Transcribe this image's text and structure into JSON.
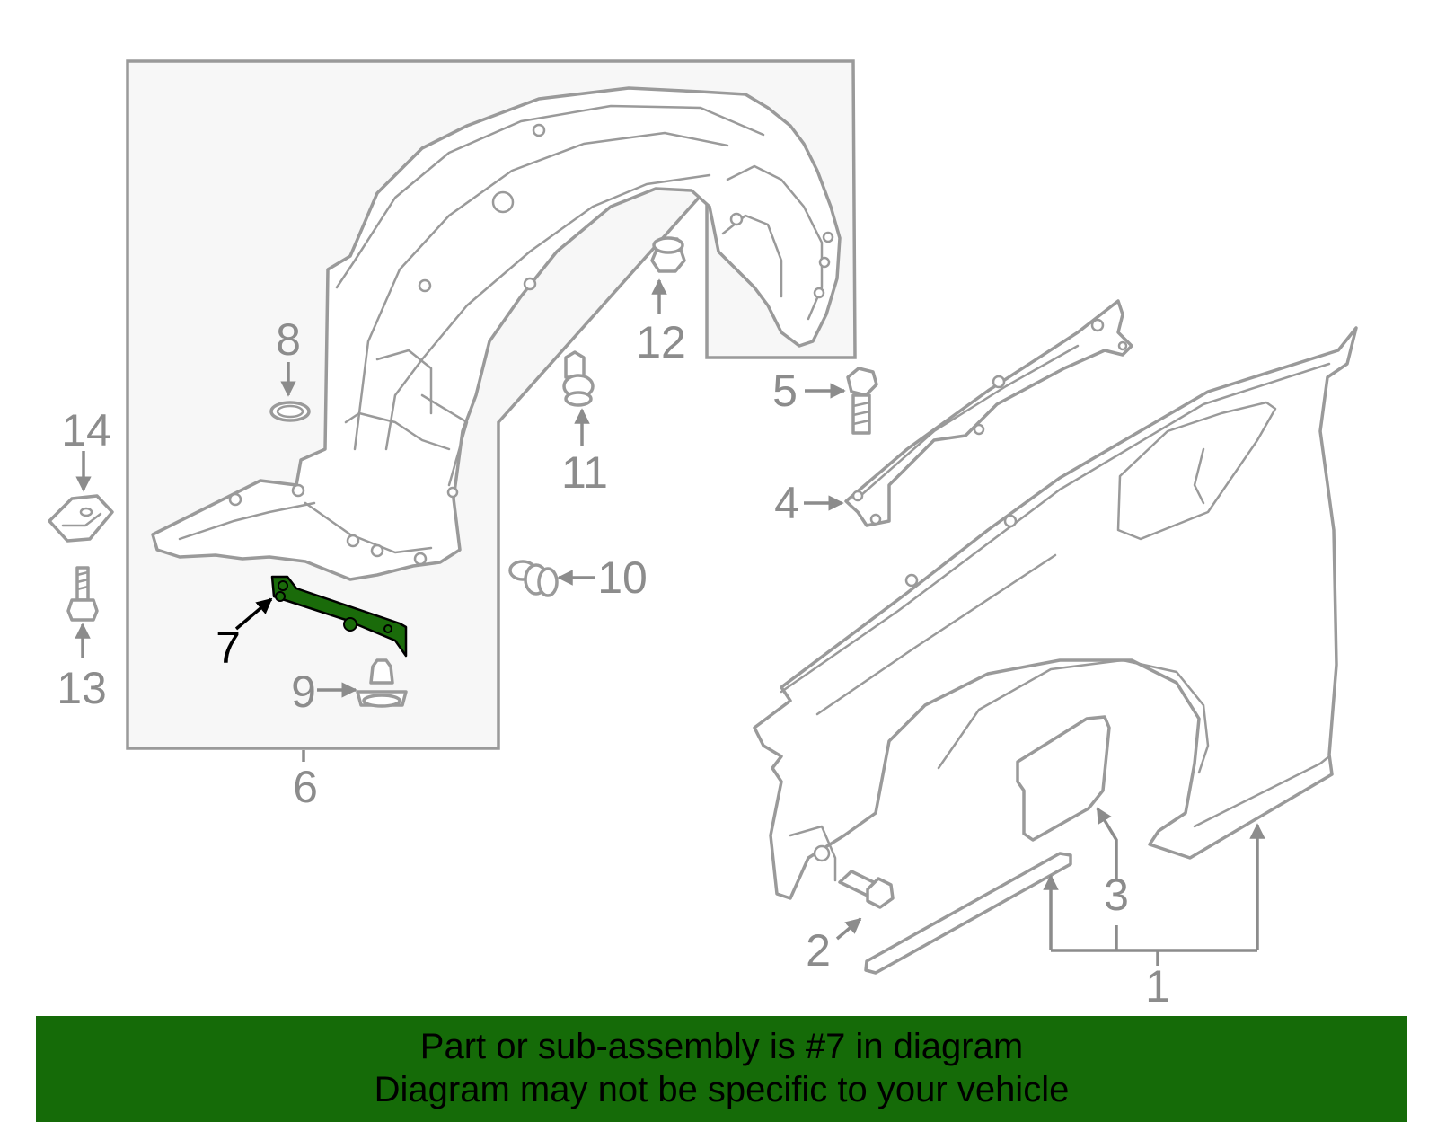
{
  "colors": {
    "highlight": "#1a6b0a",
    "line": "#9a9a9a",
    "label": "#8c8c8c",
    "panel": "#f7f7f7",
    "banner": "#156b08"
  },
  "callouts": {
    "c1": "1",
    "c2": "2",
    "c3": "3",
    "c4": "4",
    "c5": "5",
    "c6": "6",
    "c7": "7",
    "c8": "8",
    "c9": "9",
    "c10": "10",
    "c11": "11",
    "c12": "12",
    "c13": "13",
    "c14": "14"
  },
  "banner": {
    "line1": "Part or sub-assembly is #7 in diagram",
    "line2": "Diagram may not be specific to your vehicle"
  }
}
